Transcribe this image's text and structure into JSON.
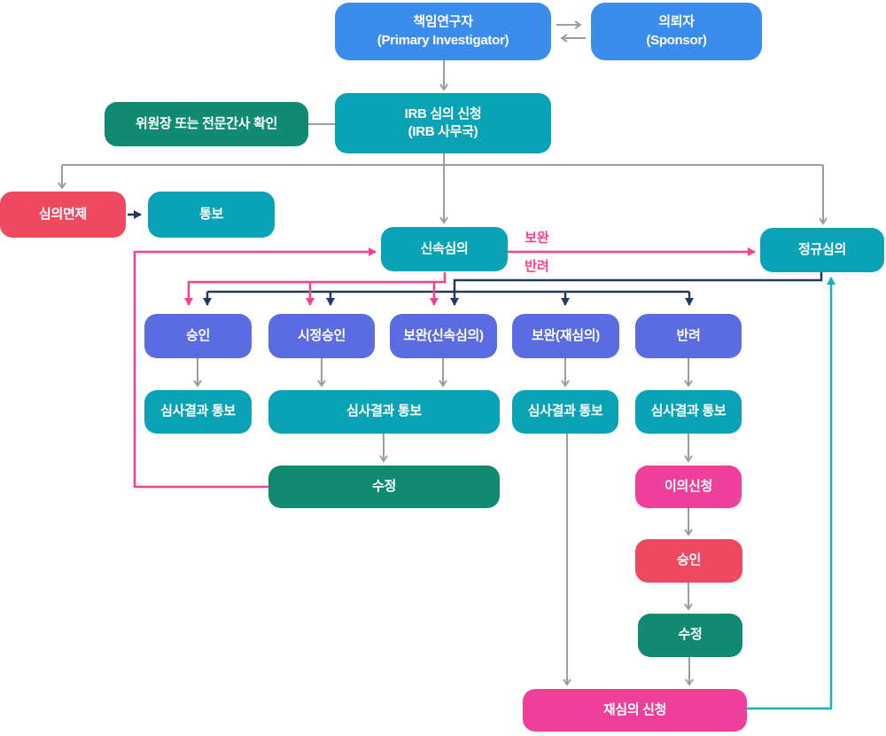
{
  "diagram_title": "IRB review process flowchart",
  "nodes": {
    "pi": {
      "label": "책임연구자",
      "sublabel": "(Primary Investigator)"
    },
    "sponsor": {
      "label": "의뢰자",
      "sublabel": "(Sponsor)"
    },
    "chair_check": {
      "label": "위원장 또는 전문간사 확인"
    },
    "irb_apply": {
      "label": "IRB 심의 신청",
      "sublabel": "(IRB 사무국)"
    },
    "exempt": {
      "label": "심의면제"
    },
    "notify": {
      "label": "통보"
    },
    "expedited": {
      "label": "신속심의"
    },
    "regular": {
      "label": "정규심의"
    },
    "approval": {
      "label": "승인"
    },
    "cond_approval": {
      "label": "시정승인"
    },
    "revision_expedited": {
      "label": "보완(신속심의)"
    },
    "revision_rereview": {
      "label": "보완(재심의)"
    },
    "rejection": {
      "label": "반려"
    },
    "result_1": {
      "label": "심사결과 통보"
    },
    "result_2": {
      "label": "심사결과 통보"
    },
    "result_3": {
      "label": "심사결과 통보"
    },
    "result_4": {
      "label": "심사결과 통보"
    },
    "revision_fix": {
      "label": "수정"
    },
    "objection": {
      "label": "이의신청"
    },
    "objection_approval": {
      "label": "승인"
    },
    "objection_fix": {
      "label": "수정"
    },
    "rereview_apply": {
      "label": "재심의 신청"
    }
  },
  "edge_labels": {
    "supplement": "보완",
    "return": "반려"
  },
  "colors": {
    "blue": "#3a8deb",
    "teal": "#0aa3b5",
    "green": "#118a72",
    "purple": "#5b6be1",
    "red": "#ef4861",
    "magenta": "#ee3f9b",
    "pink_line": "#f4418f",
    "navy_line": "#223a5e",
    "gray_line": "#9c9c9c",
    "cyan_line": "#1badc2"
  }
}
